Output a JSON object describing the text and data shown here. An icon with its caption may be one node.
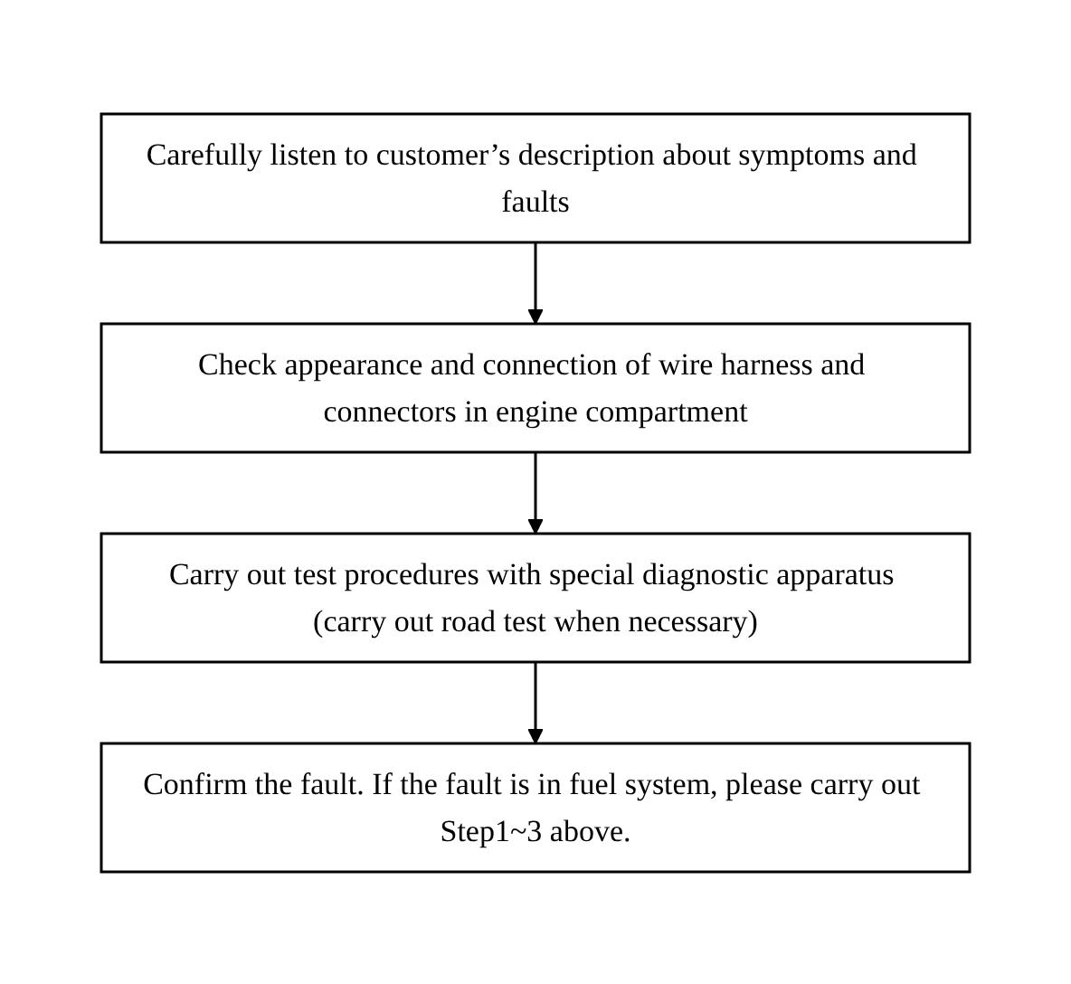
{
  "diagram": {
    "nodes": [
      {
        "text": [
          "Carefully listen to customer’s description about symptoms and faults"
        ]
      },
      {
        "text": [
          "Check appearance and connection of wire harness and connectors in engine compartment"
        ]
      },
      {
        "text": [
          "Carry out test procedures with special diagnostic apparatus (carry out road test when necessary)"
        ]
      },
      {
        "text": [
          "Confirm the fault. If the fault is in fuel system, please carry out Step1~3 above."
        ]
      }
    ],
    "edges": [
      {
        "from": 0,
        "to": 1,
        "arrow": "to"
      },
      {
        "from": 1,
        "to": 2,
        "arrow": "to"
      },
      {
        "from": 2,
        "to": 3,
        "arrow": "to"
      }
    ]
  }
}
